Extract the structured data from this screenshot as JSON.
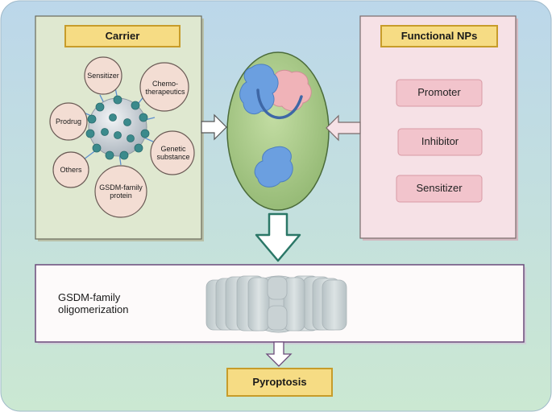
{
  "carrier": {
    "title": "Carrier",
    "satellites": {
      "sensitizer": "Sensitizer",
      "chemo": "Chemo-\ntherapeutics",
      "prodrug": "Prodrug",
      "genetic": "Genetic\nsubstance",
      "others": "Others",
      "gsdm_protein": "GSDM-family\nprotein"
    }
  },
  "functional": {
    "title": "Functional NPs",
    "items": [
      "Promoter",
      "Inhibitor",
      "Sensitizer"
    ]
  },
  "membrane": {
    "label": "GSDM-family\noligomerization"
  },
  "result": {
    "label": "Pyroptosis"
  },
  "colors": {
    "background_top": "#bcd7ea",
    "background_bottom": "#cbe8d2",
    "carrier_panel": "#dfe8d0",
    "functional_panel": "#f6e1e6",
    "header_fill": "#f6dc84",
    "header_border": "#c79c2a",
    "satellite_fill": "#f3ddd3",
    "pill_fill": "#f2c4cc",
    "cell_fill": "#a9c987",
    "protein_blue": "#6b9fe0",
    "protein_pink": "#f0b3b8",
    "arrow_teal": "#2b7767"
  }
}
